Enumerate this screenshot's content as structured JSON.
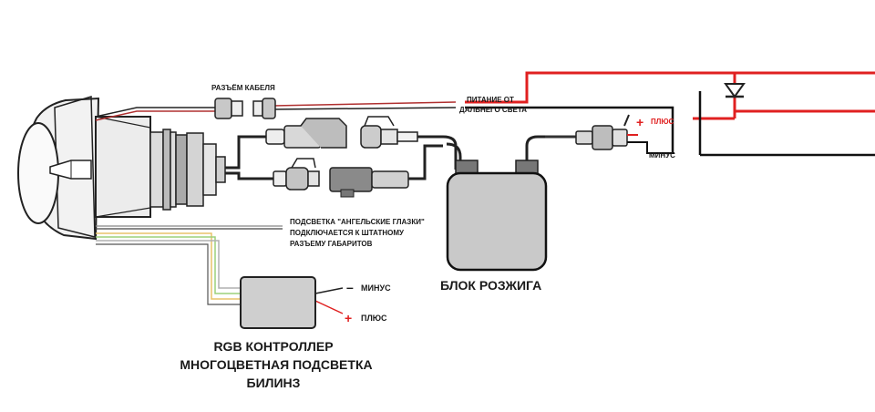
{
  "labels": {
    "cable_connector": "РАЗЪЁМ КАБЕЛЯ",
    "high_beam_power_line1": "ПИТАНИЕ ОТ",
    "high_beam_power_line2": "ДАЛЬНЕГО СВЕТА",
    "plus_right": "ПЛЮС",
    "minus_right": "МИНУС",
    "angel_eyes_line1": "ПОДСВЕТКА \"АНГЕЛЬСКИЕ ГЛАЗКИ\"",
    "angel_eyes_line2": "ПОДКЛЮЧАЕТСЯ К ШТАТНОМУ",
    "angel_eyes_line3": "РАЗЪЕМУ ГАБАРИТОВ",
    "ballast": "БЛОК РОЗЖИГА",
    "minus_controller": "МИНУС",
    "plus_controller": "ПЛЮС",
    "rgb_line1": "RGB КОНТРОЛЛЕР",
    "rgb_line2": "МНОГОЦВЕТНАЯ ПОДСВЕТКА",
    "rgb_line3": "БИЛИНЗ",
    "plus_sign": "+",
    "minus_sign": "–"
  },
  "colors": {
    "wire_red": "#e02020",
    "wire_black": "#111111",
    "ballast_fill": "#c9c9c9",
    "controller_fill": "#cfcfcf",
    "rgb_wires": [
      "#e8c36a",
      "#9bd07a",
      "#b0b0b0"
    ]
  },
  "icons": {
    "diode": "diode-symbol",
    "projector": "bi-xenon-lens-projector"
  }
}
